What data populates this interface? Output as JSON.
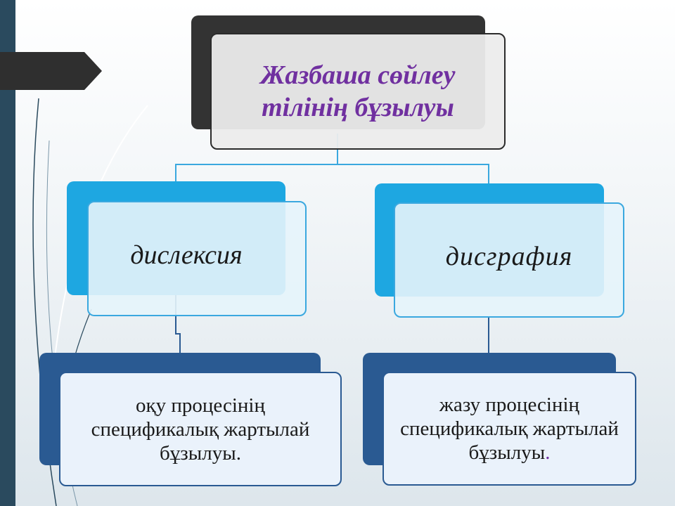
{
  "diagram": {
    "root": {
      "label": "Жазбаша сөйлеу тілінің бұзылуы"
    },
    "left": {
      "label": "дислексия",
      "child": {
        "label": "оқу процесінің спецификалық жартылай бұзылуы."
      }
    },
    "right": {
      "label": "дисграфия",
      "child": {
        "label": "жазу процесінің спецификалық жартылай бұзылуы",
        "trailing_dot": "."
      }
    }
  },
  "colors": {
    "root_text": "#7030a0",
    "root_back": "#333333",
    "mid_back": "#1ea7e1",
    "low_back": "#2a5a92",
    "connector": "#3aa8df"
  }
}
